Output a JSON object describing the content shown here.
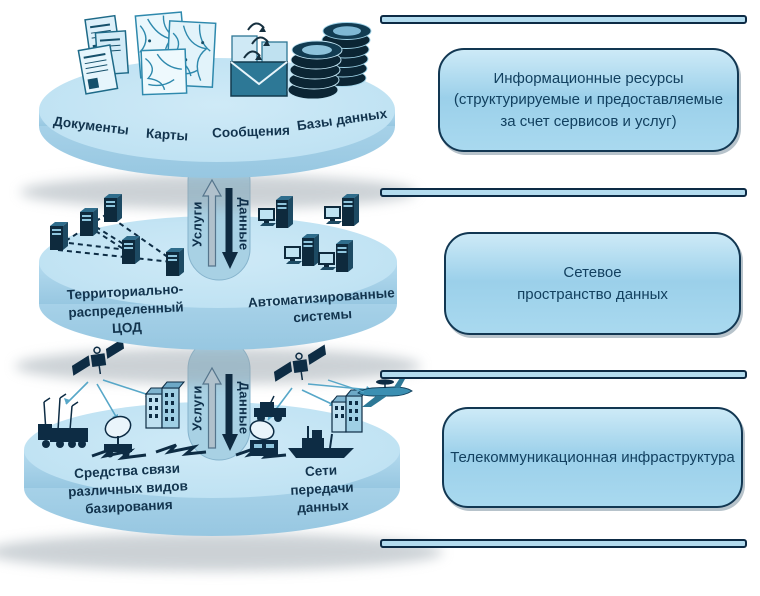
{
  "disks": {
    "resources": {
      "labels": {
        "documents": "Документы",
        "maps": "Карты",
        "messages": "Сообщения",
        "databases": "Базы данных"
      }
    },
    "network": {
      "left": "Территориально-\nраспределенный\nЦОД",
      "right": "Автоматизированные\nсистемы"
    },
    "infrastructure": {
      "left": "Средства связи\nразличных видов\nбазирования",
      "right": "Сети\nпередачи\nданных"
    }
  },
  "connectors": {
    "services": "Услуги",
    "data": "Данные"
  },
  "callouts": {
    "information_resources": "Информационные ресурсы\n(структурируемые и предоставляемые\nза счет сервисов и услуг)",
    "network_space": "Сетевое\nпространство данных",
    "telecom": "Телекоммуникационная инфраструктура"
  },
  "colors": {
    "disk_side": "#a3cfe8",
    "disk_top": "#c4e4f4",
    "callout_fill": "#9bd0ea",
    "callout_border": "#123752",
    "bar_fill": "#b3dcef",
    "bar_border": "#0d2b45",
    "icon_dark": "#0d2c44",
    "icon_teal": "#2e89ad"
  }
}
